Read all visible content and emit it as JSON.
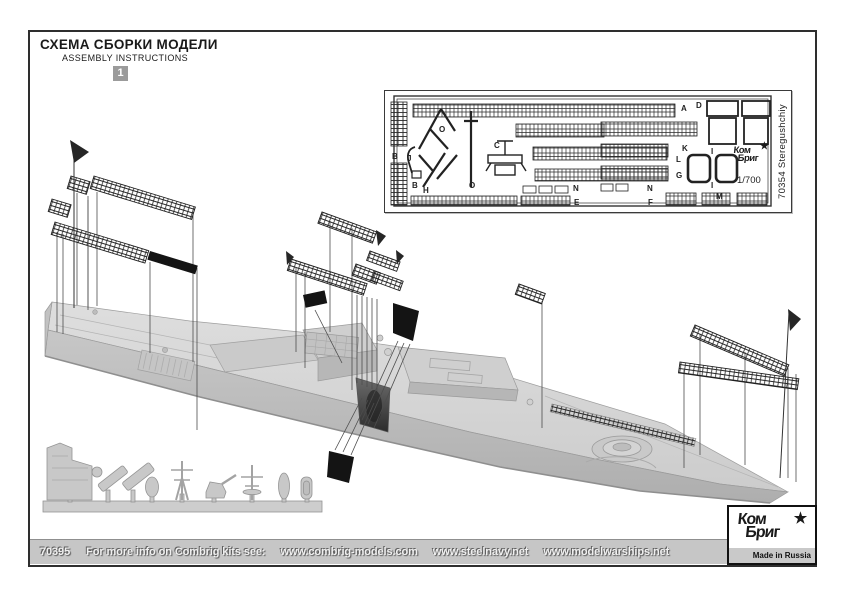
{
  "header": {
    "title_ru": "СХЕМА СБОРКИ МОДЕЛИ",
    "title_en": "ASSEMBLY INSTRUCTIONS",
    "step_number": "1"
  },
  "fret": {
    "kit_code_vertical": "70354 Steregushchiy",
    "scale": "1/700",
    "logo_line1": "Ком",
    "logo_line2": "Бриг",
    "star": "★",
    "labels": {
      "a": "A",
      "b1": "B",
      "b2": "B",
      "c": "C",
      "d": "D",
      "e": "E",
      "f": "F",
      "g": "G",
      "h": "H",
      "i1": "I",
      "i2": "I",
      "j": "J",
      "k": "K",
      "l": "L",
      "m": "M",
      "n1": "N",
      "n2": "N",
      "o1": "O",
      "o2": "O"
    }
  },
  "footer": {
    "kit_number": "70395",
    "info_text": "For more info on Combrig kits see:",
    "links": [
      "www.combrig-models.com",
      "www.steelnavy.net",
      "www.modelwarships.net"
    ]
  },
  "brand": {
    "logo_line1": "Ком",
    "logo_line2": "Бриг",
    "star": "★",
    "made_in": "Made in Russia"
  },
  "colors": {
    "frame": "#2e2e2e",
    "footer_bar_bg": "#c6c6c6",
    "hull_gray": "#c9c9c9",
    "deck_gray": "#d6d6d6",
    "part_black": "#141414",
    "badge_gray": "#9b9b9b"
  }
}
